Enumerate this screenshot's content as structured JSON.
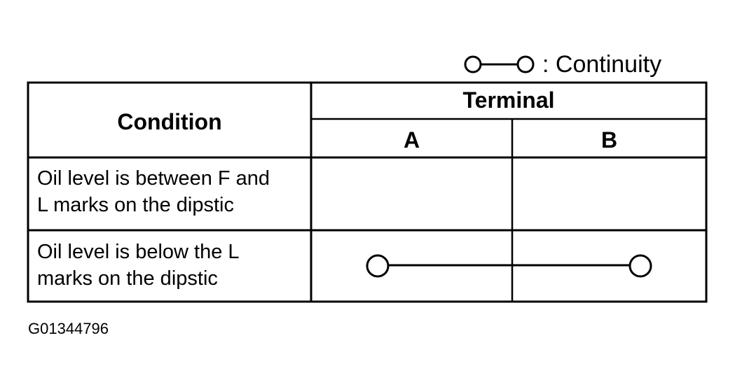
{
  "legend": {
    "symbol": "continuity-symbol",
    "label": ": Continuity"
  },
  "table": {
    "header": {
      "condition": "Condition",
      "terminal": "Terminal",
      "terminal_a": "A",
      "terminal_b": "B"
    },
    "rows": [
      {
        "condition_line1": "Oil level is between F and",
        "condition_line2": "L marks on the dipstic",
        "continuity": false
      },
      {
        "condition_line1": "Oil level is below the L",
        "condition_line2": "marks on the dipstic",
        "continuity": true
      }
    ]
  },
  "figure_code": "G01344796"
}
